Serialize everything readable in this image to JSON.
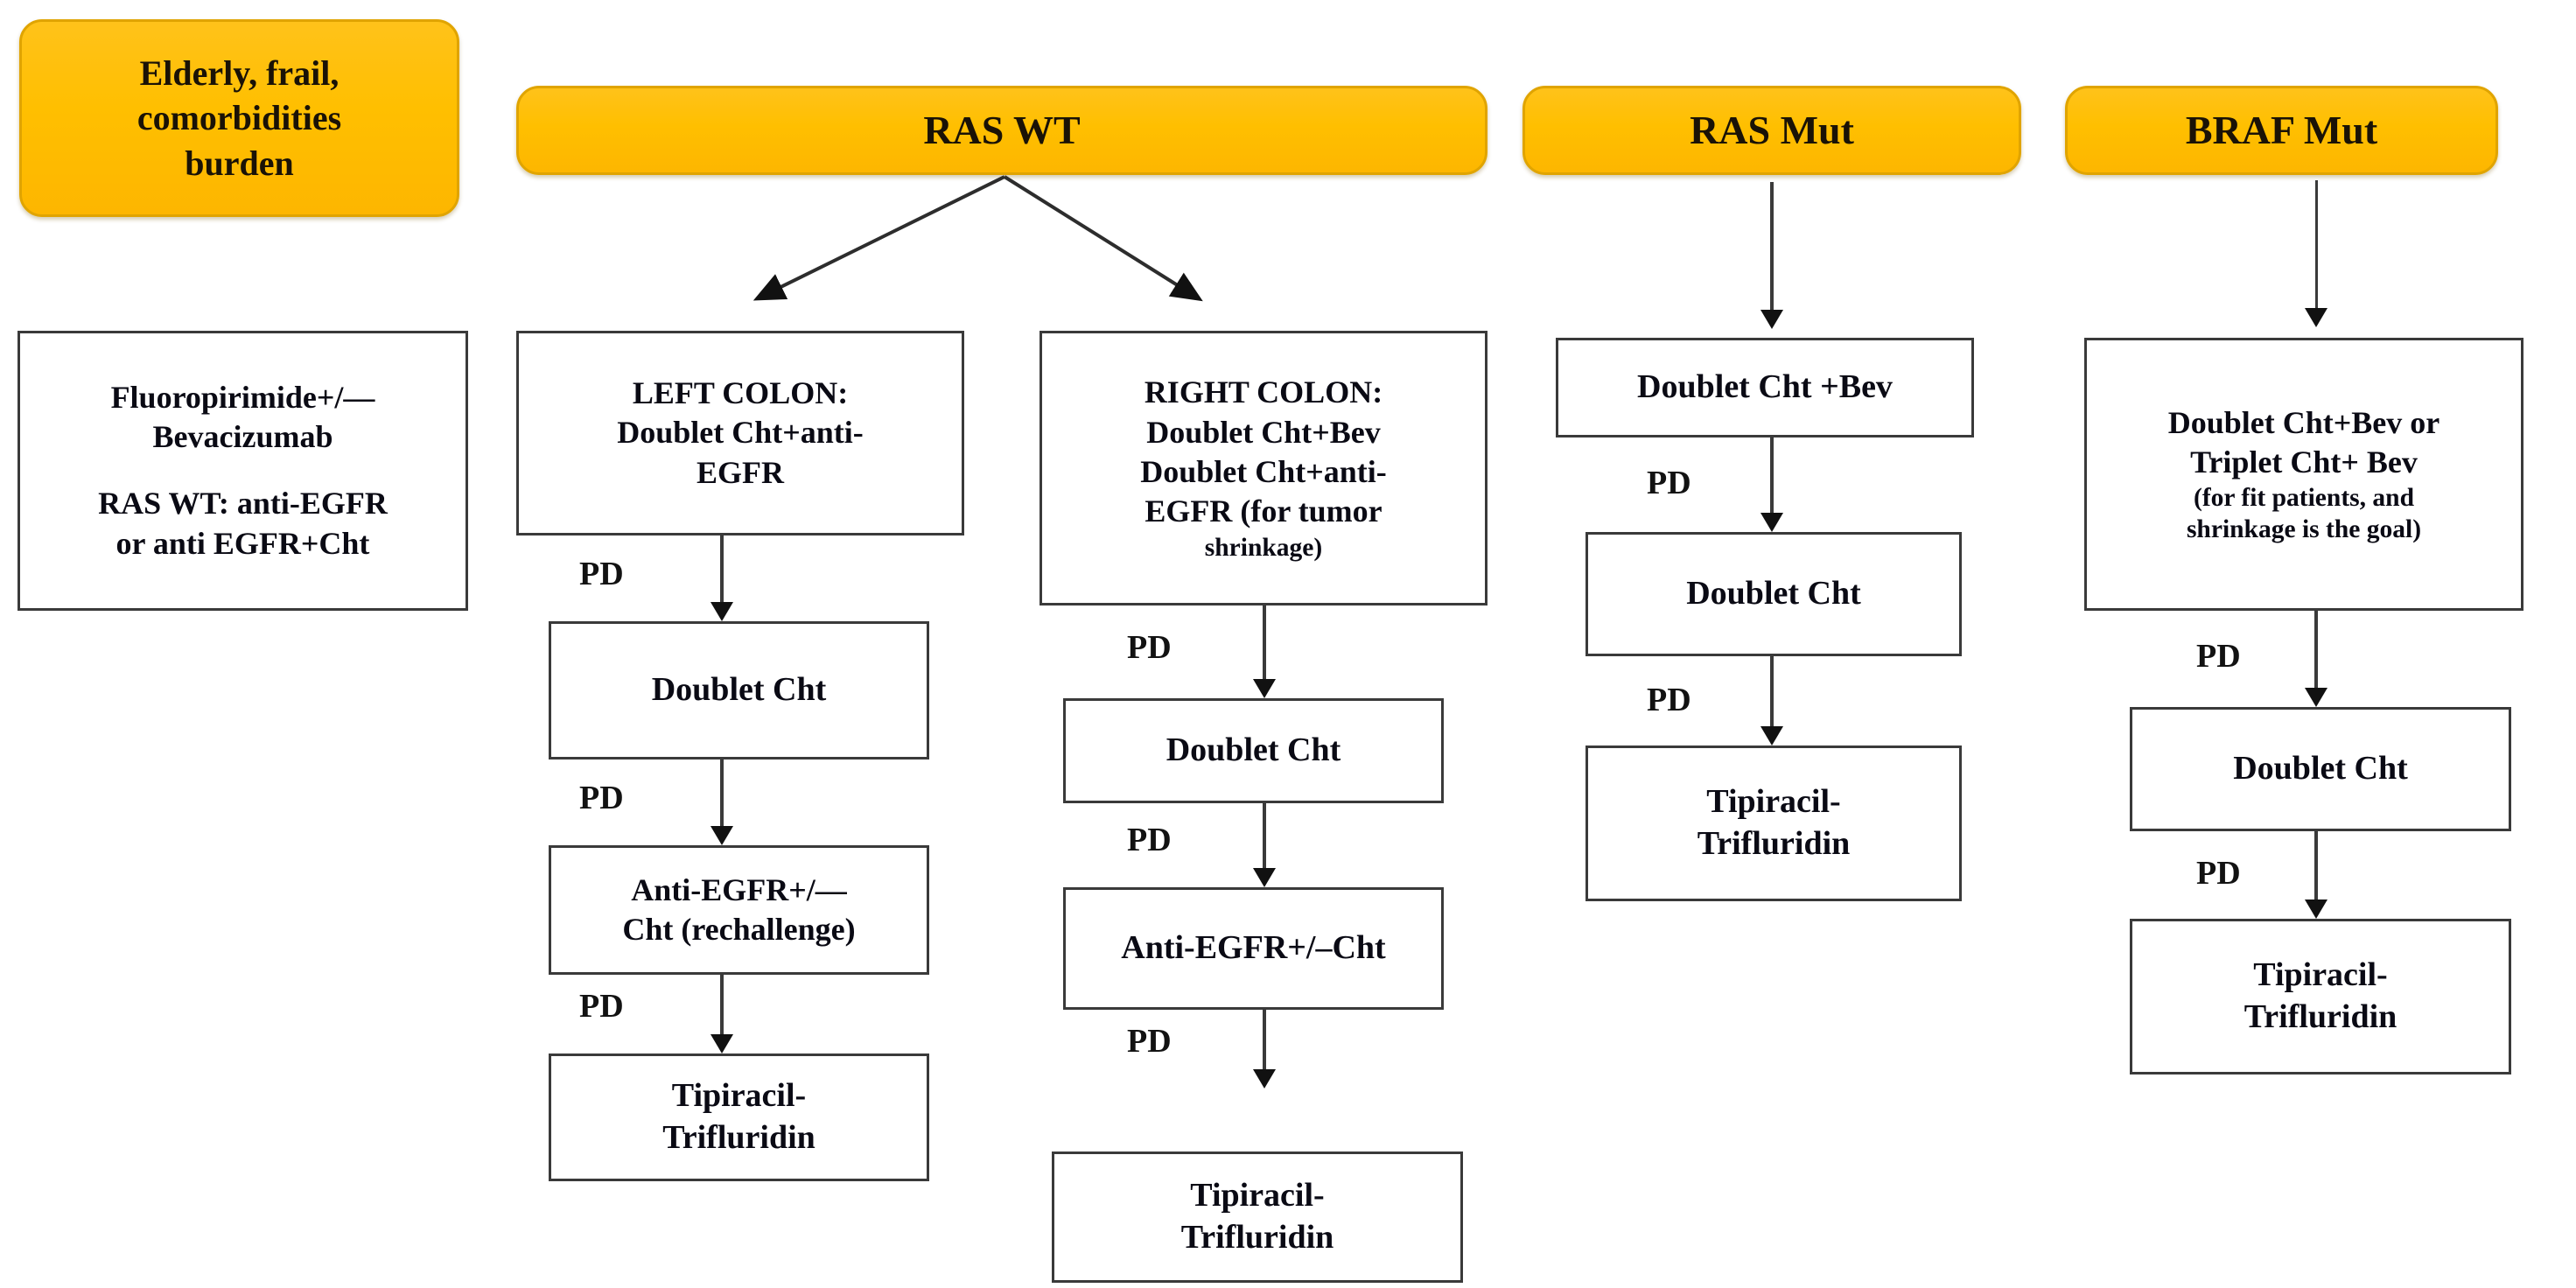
{
  "diagram": {
    "title": "Metastatic colorectal cancer treatment algorithm flowchart",
    "colors": {
      "header_fill": "#FFBF00",
      "header_border": "#E0A400",
      "box_border": "#3A3A3A",
      "box_fill": "#FFFFFF",
      "text": "#0A0A14",
      "arrow": "#3A3A3A"
    },
    "progression_label": "PD"
  },
  "columns": {
    "elderly": {
      "header": "Elderly, frail, comorbidities burden",
      "header_lines": [
        "Elderly, frail,",
        "comorbidities",
        "burden"
      ],
      "box": {
        "line1": "Fluoropirimide+/—",
        "line2": "Bevacizumab",
        "line3": "RAS WT: anti-EGFR",
        "line4": "or anti EGFR+Cht"
      }
    },
    "ras_wt": {
      "header": "RAS WT",
      "left_colon": {
        "title": "LEFT COLON:",
        "line2": "Doublet Cht+anti-",
        "line3": "EGFR",
        "steps": [
          {
            "label": "Doublet Cht",
            "edge": "PD"
          },
          {
            "label_line1": "Anti-EGFR+/—",
            "label_line2": "Cht (rechallenge)",
            "edge": "PD"
          },
          {
            "label_line1": "Tipiracil-",
            "label_line2": "Trifluridin",
            "edge": "PD"
          }
        ]
      },
      "right_colon": {
        "title": "RIGHT COLON:",
        "line2": "Doublet Cht+Bev",
        "line3": "Doublet Cht+anti-",
        "line4": "EGFR (for tumor",
        "line5": "shrinkage)",
        "steps": [
          {
            "label": "Doublet Cht",
            "edge": "PD"
          },
          {
            "label": "Anti-EGFR+/–Cht",
            "edge": "PD"
          },
          {
            "label_line1": "Tipiracil-",
            "label_line2": "Trifluridin",
            "edge": "PD"
          }
        ]
      }
    },
    "ras_mut": {
      "header": "RAS Mut",
      "steps": [
        {
          "label": "Doublet Cht +Bev",
          "edge": ""
        },
        {
          "label": "Doublet Cht",
          "edge": "PD"
        },
        {
          "label_line1": "Tipiracil-",
          "label_line2": "Trifluridin",
          "edge": "PD"
        }
      ]
    },
    "braf_mut": {
      "header": "BRAF Mut",
      "first_box": {
        "line1": "Doublet Cht+Bev or",
        "line2": "Triplet Cht+ Bev",
        "line3": "(for fit patients, and",
        "line4": "shrinkage is the goal)"
      },
      "steps": [
        {
          "label": "Doublet Cht",
          "edge": "PD"
        },
        {
          "label_line1": "Tipiracil-",
          "label_line2": "Trifluridin",
          "edge": "PD"
        }
      ]
    }
  }
}
